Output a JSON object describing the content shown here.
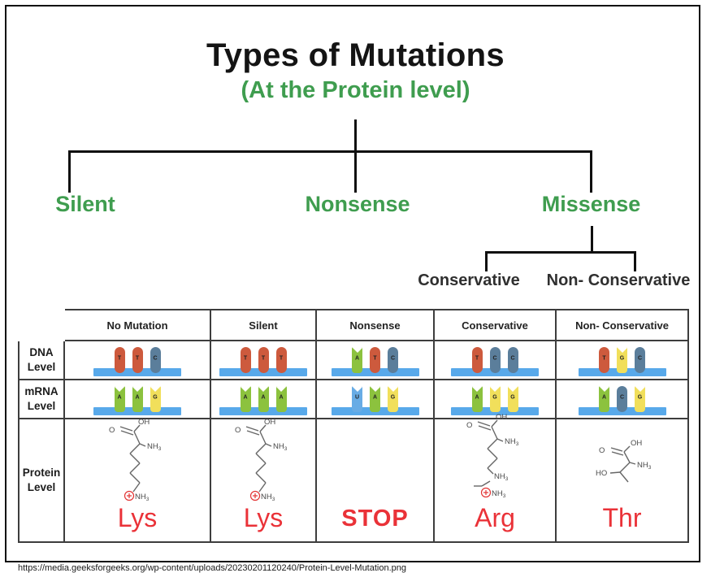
{
  "header": {
    "title": "Types of Mutations",
    "subtitle": "(At the Protein level)"
  },
  "tree": {
    "root_children": [
      "Silent",
      "Nonsense",
      "Missense"
    ],
    "missense_children": [
      "Conservative",
      "Non- Conservative"
    ]
  },
  "colors": {
    "accent_green": "#3f9d4f",
    "label_red": "#ea3238",
    "bar_blue": "#58a9ea",
    "base_colors": {
      "A": "#8cc23e",
      "T": "#cd5a3d",
      "C": "#5b7e9b",
      "G": "#f1df5b",
      "U": "#68ace5"
    }
  },
  "table": {
    "column_headers": [
      "No Mutation",
      "Silent",
      "Nonsense",
      "Conservative",
      "Non- Conservative"
    ],
    "row_headers": [
      "DNA Level",
      "mRNA Level",
      "Protein\nLevel"
    ],
    "dna_row": [
      {
        "bases": [
          {
            "letter": "T",
            "shape": "pill"
          },
          {
            "letter": "T",
            "shape": "pill"
          },
          {
            "letter": "C",
            "shape": "pill"
          }
        ]
      },
      {
        "bases": [
          {
            "letter": "T",
            "shape": "pill"
          },
          {
            "letter": "T",
            "shape": "pill"
          },
          {
            "letter": "T",
            "shape": "pill"
          }
        ]
      },
      {
        "bases": [
          {
            "letter": "A",
            "shape": "fork"
          },
          {
            "letter": "T",
            "shape": "pill"
          },
          {
            "letter": "C",
            "shape": "pill"
          }
        ]
      },
      {
        "bases": [
          {
            "letter": "T",
            "shape": "pill"
          },
          {
            "letter": "C",
            "shape": "pill"
          },
          {
            "letter": "C",
            "shape": "pill"
          }
        ]
      },
      {
        "bases": [
          {
            "letter": "T",
            "shape": "pill"
          },
          {
            "letter": "G",
            "shape": "fork"
          },
          {
            "letter": "C",
            "shape": "pill"
          }
        ]
      }
    ],
    "mrna_row": [
      {
        "bases": [
          {
            "letter": "A",
            "shape": "fork"
          },
          {
            "letter": "A",
            "shape": "fork"
          },
          {
            "letter": "G",
            "shape": "fork"
          }
        ]
      },
      {
        "bases": [
          {
            "letter": "A",
            "shape": "fork"
          },
          {
            "letter": "A",
            "shape": "fork"
          },
          {
            "letter": "A",
            "shape": "fork"
          }
        ]
      },
      {
        "bases": [
          {
            "letter": "U",
            "shape": "fork"
          },
          {
            "letter": "A",
            "shape": "fork"
          },
          {
            "letter": "G",
            "shape": "fork"
          }
        ]
      },
      {
        "bases": [
          {
            "letter": "A",
            "shape": "fork"
          },
          {
            "letter": "G",
            "shape": "fork"
          },
          {
            "letter": "G",
            "shape": "fork"
          }
        ]
      },
      {
        "bases": [
          {
            "letter": "A",
            "shape": "fork"
          },
          {
            "letter": "C",
            "shape": "pill"
          },
          {
            "letter": "G",
            "shape": "fork"
          }
        ]
      }
    ],
    "protein_row": [
      {
        "structure": "lys",
        "label": "Lys",
        "bold": false
      },
      {
        "structure": "lys",
        "label": "Lys",
        "bold": false
      },
      {
        "structure": "none",
        "label": "STOP",
        "bold": true
      },
      {
        "structure": "arg",
        "label": "Arg",
        "bold": false
      },
      {
        "structure": "thr",
        "label": "Thr",
        "bold": false
      }
    ]
  },
  "footer": {
    "source_url": "https://media.geeksforgeeks.org/wp-content/uploads/20230201120240/Protein-Level-Mutation.png"
  }
}
